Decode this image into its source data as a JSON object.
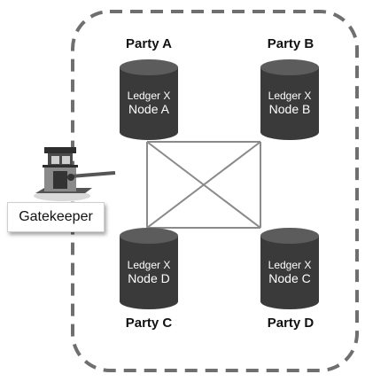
{
  "gatekeeper": {
    "label": "Gatekeeper",
    "icon": "gatekeeper-booth-icon"
  },
  "nodes": [
    {
      "party": "Party A",
      "ledger": "Ledger X",
      "node": "Node A"
    },
    {
      "party": "Party B",
      "ledger": "Ledger X",
      "node": "Node B"
    },
    {
      "party": "Party C",
      "ledger": "Ledger X",
      "node": "Node D"
    },
    {
      "party": "Party D",
      "ledger": "Ledger X",
      "node": "Node C"
    }
  ],
  "colors": {
    "cylinder": "#3a3a3a",
    "cylinder_top": "#5c5c5c",
    "link": "#8a8a8a",
    "boundary": "#6f6f6f"
  }
}
